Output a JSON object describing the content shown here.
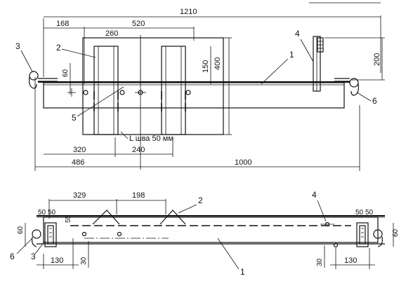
{
  "top_view": {
    "dims": {
      "overall_width": "1210",
      "left_end": "168",
      "load_spacing": "520",
      "plate_width": "260",
      "plate_height_outer": "400",
      "plate_height_inner": "150",
      "end_offset": "60",
      "hook_height": "200",
      "lower_320": "320",
      "lower_240": "240",
      "lower_486": "486",
      "lower_1000": "1000"
    },
    "weld_note": "L шва 50 мм",
    "callouts": [
      "1",
      "2",
      "3",
      "4",
      "5",
      "6"
    ]
  },
  "side_view": {
    "dims": {
      "span_329": "329",
      "span_198": "198",
      "left_50a": "50",
      "left_50b": "50",
      "left_60": "60",
      "left_55": "55",
      "left_130": "130",
      "left_30": "30",
      "right_50a": "50",
      "right_50b": "50",
      "right_60": "60",
      "right_130": "130",
      "right_30": "30"
    },
    "callouts": [
      "1",
      "2",
      "3",
      "4",
      "6"
    ]
  }
}
